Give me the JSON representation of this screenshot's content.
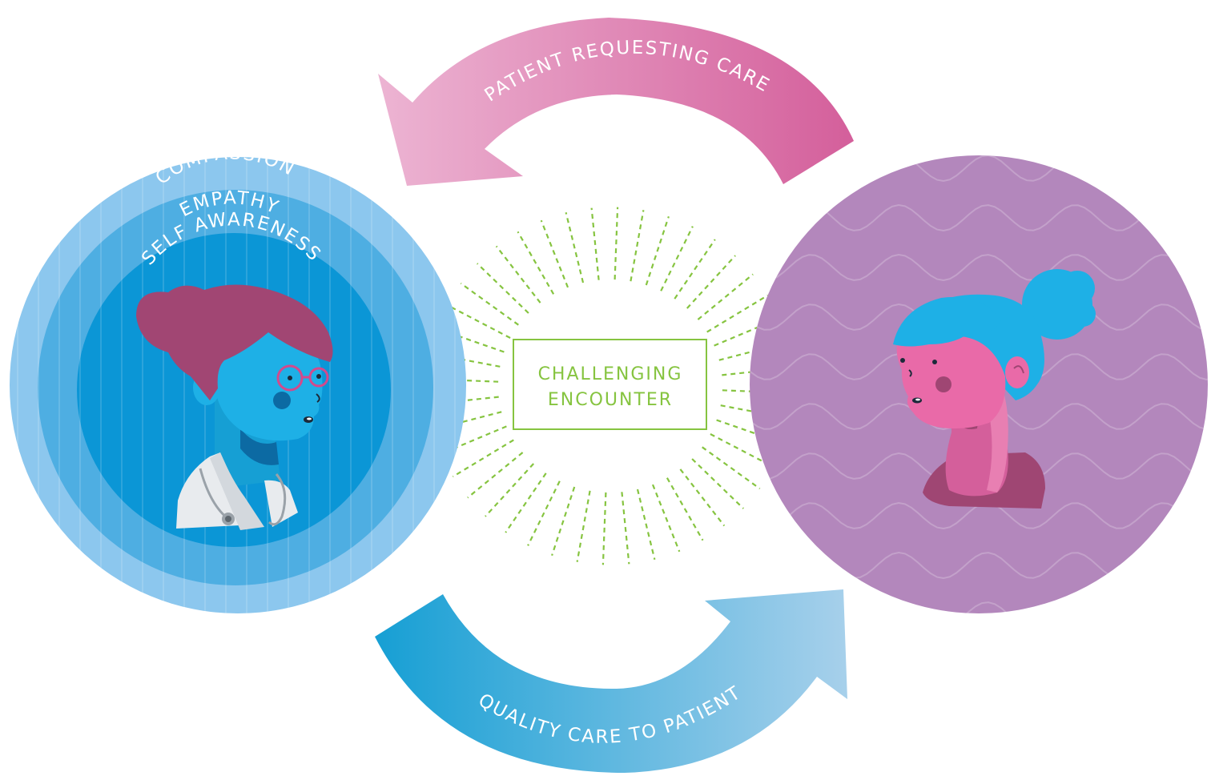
{
  "diagram": {
    "top_arrow": {
      "label": "PATIENT REQUESTING CARE"
    },
    "bottom_arrow": {
      "label": "QUALITY CARE TO PATIENT"
    },
    "center": {
      "line1": "CHALLENGING",
      "line2": "ENCOUNTER"
    },
    "clinician_rings": {
      "outer": "COMPASSION",
      "middle": "EMPATHY",
      "inner": "SELF AWARENESS"
    }
  },
  "colors": {
    "top_arrow_start": "#ecb3d2",
    "top_arrow_end": "#d45f9b",
    "bottom_arrow_start": "#169fd4",
    "bottom_arrow_end": "#a7d0eb",
    "ring_outer": "#8cc7ee",
    "ring_middle": "#4eaee2",
    "ring_inner": "#0b96d6",
    "patient_bg": "#b387bc",
    "center_green": "#86c440"
  }
}
